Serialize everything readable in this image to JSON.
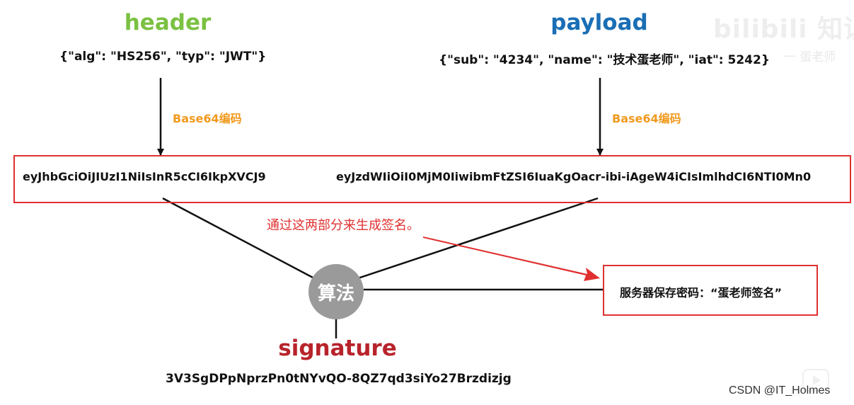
{
  "colors": {
    "header": "#7bc142",
    "payload": "#1a6eb5",
    "step": "#f09a1e",
    "signature": "#b8232b",
    "box_border": "#e03030",
    "note": "#e03030",
    "algorithm_fill": "#9a9a9a",
    "line": "#111111"
  },
  "header": {
    "title": "header",
    "json": "{\"alg\": \"HS256\", \"typ\": \"JWT\"}",
    "step": "Base64编码",
    "encoded": "eyJhbGciOiJIUzI1NiIsInR5cCI6IkpXVCJ9"
  },
  "payload": {
    "title": "payload",
    "json": "{\"sub\": \"4234\", \"name\": \"技术蛋老师\", \"iat\": 5242}",
    "step": "Base64编码",
    "encoded": "eyJzdWIiOiI0MjM0IiwibmFtZSI6IuaKgOacr-ibi-iAgeW4iCIsImlhdCI6NTI0Mn0"
  },
  "note": "通过这两部分来生成签名。",
  "algorithm": "算法",
  "secret": "服务器保存密码：“蛋老师签名”",
  "signature": {
    "title": "signature",
    "value": "3V3SgDPpNprzPn0tNYvQO-8QZ7qd3siYo27Brzdizjg"
  },
  "watermarks": {
    "logo": "bilibili 知识",
    "logo_sub": "一 蛋老师",
    "credit": "CSDN @IT_Holmes"
  }
}
